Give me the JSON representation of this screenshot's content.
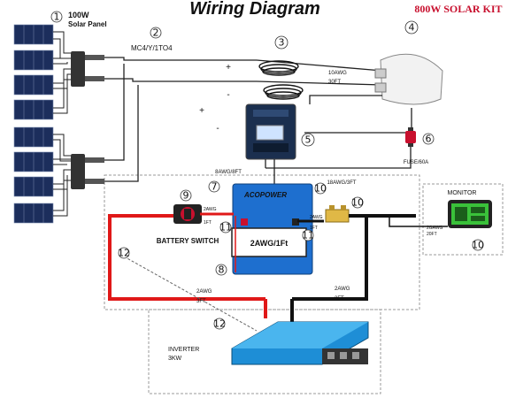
{
  "title": "Wiring Diagram",
  "kit_label": "800W SOLAR KIT",
  "colors": {
    "kit_red": "#c8102e",
    "wire_red": "#e01818",
    "wire_black": "#111111",
    "inverter_blue": "#1e8ed6"
  },
  "panel": {
    "number": "1",
    "label_line1": "100W",
    "label_line2": "Solar Panel"
  },
  "connector": {
    "number": "2",
    "label": "MC4/Y/1TO4"
  },
  "cable": {
    "number": "3",
    "gauge": "10AWG",
    "length": "30FT"
  },
  "entry_gland": {
    "number": "4"
  },
  "controller": {
    "number": "5"
  },
  "fuse": {
    "number": "6",
    "label": "FUSE/60A"
  },
  "controller_wire": {
    "number": "7",
    "label": "8AWG/8FT"
  },
  "battery": {
    "number": "8",
    "brand": "ACOPOWER",
    "label": "2AWG/1Ft"
  },
  "battery_switch": {
    "number": "9",
    "label": "BATTERY SWITCH"
  },
  "shunt": {
    "number": "10",
    "label": "18AWG/3FT",
    "number2": "10"
  },
  "shunt_wire": {
    "gauge": "2AWG",
    "length": "1FT"
  },
  "switch_wire": {
    "gauge": "2AWG",
    "length": "1FT"
  },
  "lug": {
    "number_a": "11",
    "number_b": "11"
  },
  "monitor": {
    "number": "10",
    "label": "MONITOR",
    "gauge": "2GAWG",
    "length": "20FT"
  },
  "red_cable": {
    "gauge": "2AWG",
    "length": "3FT"
  },
  "black_cable": {
    "gauge": "2AWG",
    "length": "2FT"
  },
  "ground": {
    "number_a": "12",
    "number_b": "12"
  },
  "inverter": {
    "label_line1": "INVERTER",
    "label_line2": "3KW"
  },
  "polarity": {
    "plus": "+",
    "minus": "-"
  }
}
